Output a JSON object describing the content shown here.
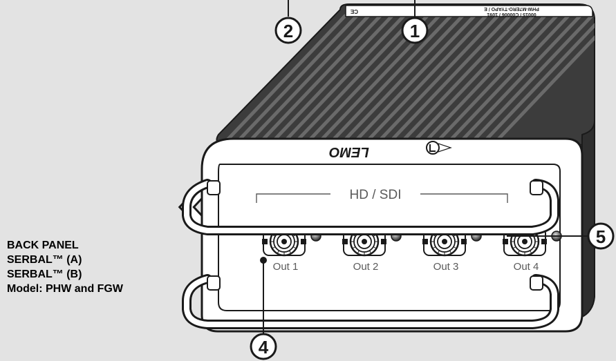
{
  "caption": {
    "line1": "BACK PANEL",
    "line2": "SERBAL™ (A)",
    "line3": "SERBAL™ (B)",
    "line4": "Model: PHW and FGW"
  },
  "device": {
    "brand": "LEMO",
    "group_label": "HD / SDI",
    "outputs": [
      "Out 1",
      "Out 2",
      "Out 3",
      "Out 4"
    ],
    "top_label_line1": "PHW-M7ERO-TYAPO / E",
    "top_label_line2": "00015 / C00006 / 1091",
    "top_mark": "CE"
  },
  "callouts": [
    "1",
    "2",
    "4",
    "5"
  ],
  "colors": {
    "background": "#e3e3e3",
    "body_dark": "#3c3c3c",
    "fin_light": "#6a6a6a",
    "panel": "#ffffff",
    "outline": "#1a1a1a",
    "led": "#8a8a8a"
  }
}
